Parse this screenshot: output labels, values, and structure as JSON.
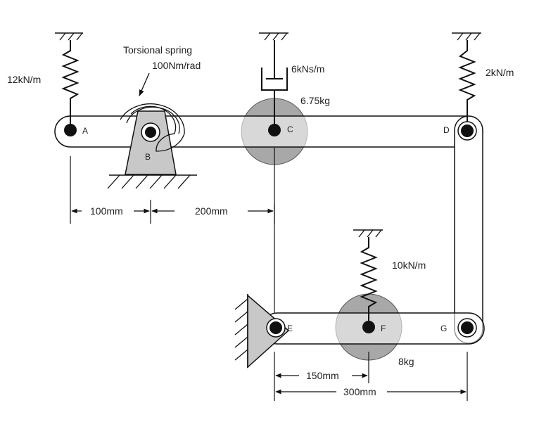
{
  "labels": {
    "k_a": "12kN/m",
    "torsion_title": "Torsional spring",
    "torsion_value": "100Nm/rad",
    "damper": "6kNs/m",
    "mass_c": "6.75kg",
    "k_d": "2kN/m",
    "k_f": "10kN/m",
    "mass_f": "8kg"
  },
  "points": {
    "a": "A",
    "b": "B",
    "c": "C",
    "d": "D",
    "e": "E",
    "f": "F",
    "g": "G"
  },
  "dims": {
    "ab": "100mm",
    "bc": "200mm",
    "ef": "150mm",
    "eg": "300mm"
  },
  "colors": {
    "outline": "#111111",
    "disk": "#a8a8a8",
    "support": "#c8c8c8"
  }
}
